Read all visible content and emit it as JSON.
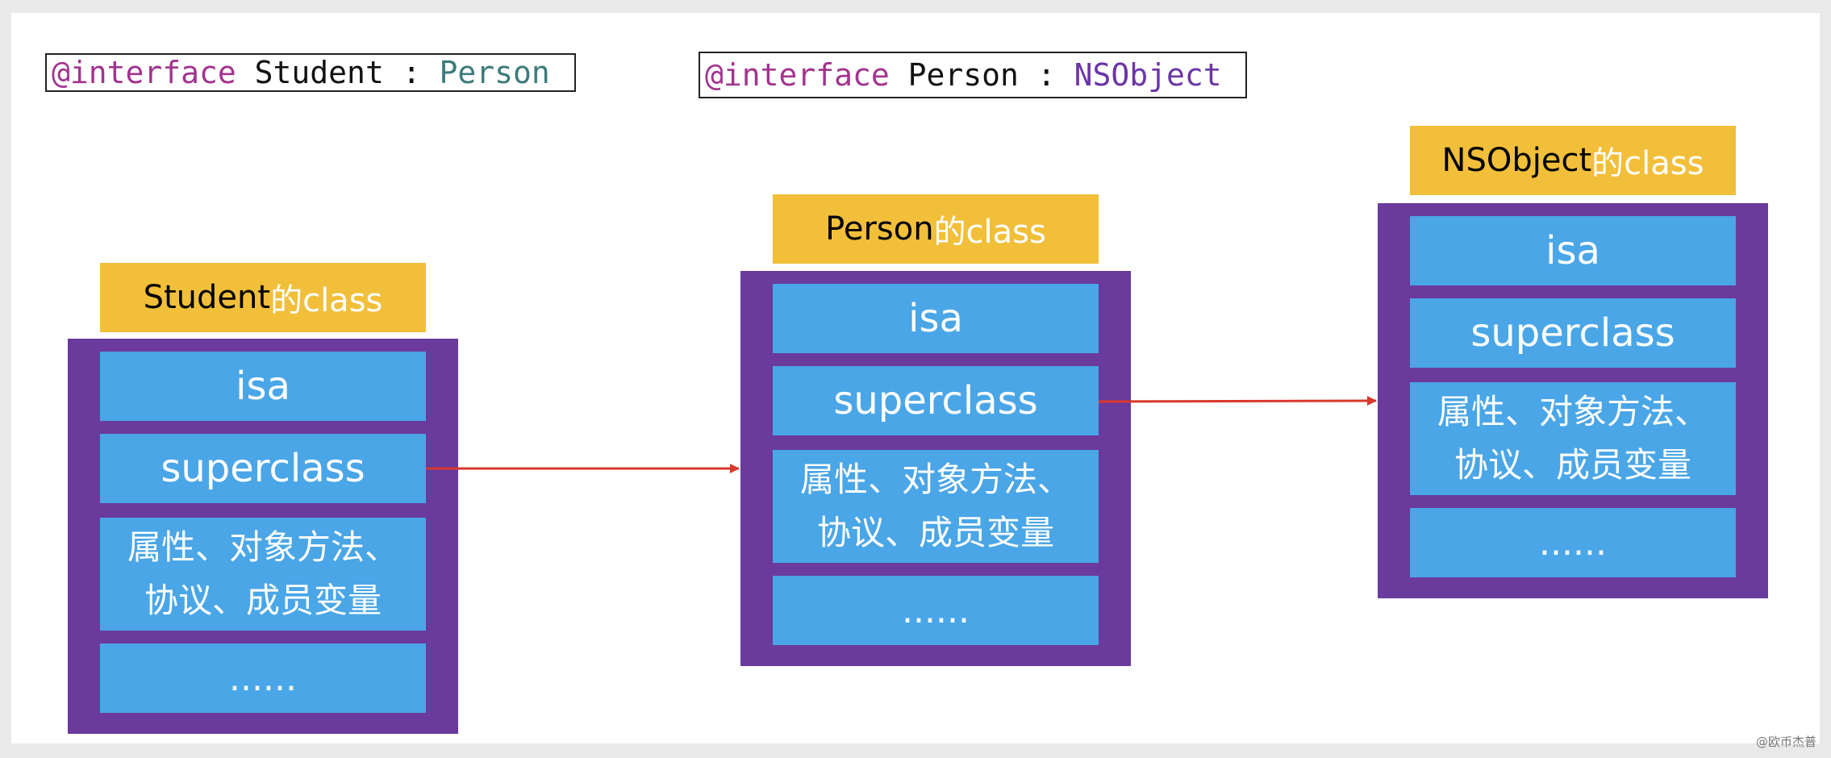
{
  "code_labels": [
    {
      "keyword": "@interface",
      "class": "Student",
      "colon": ":",
      "superclass": "Person"
    },
    {
      "keyword": "@interface",
      "class": "Person",
      "colon": ":",
      "superclass": "NSObject"
    }
  ],
  "classes": [
    {
      "name": "Student",
      "suffix": "的class",
      "rows": {
        "isa": "isa",
        "superclass": "superclass",
        "props": "属性、对象方法、协议、成员变量",
        "more": "......"
      }
    },
    {
      "name": "Person",
      "suffix": "的class",
      "rows": {
        "isa": "isa",
        "superclass": "superclass",
        "props": "属性、对象方法、协议、成员变量",
        "more": "......"
      }
    },
    {
      "name": "NSObject",
      "suffix": "的class",
      "rows": {
        "isa": "isa",
        "superclass": "superclass",
        "props": "属性、对象方法、协议、成员变量",
        "more": "......"
      }
    }
  ],
  "colors": {
    "title_bg": "#f2bf3a",
    "class_frame": "#6a3a9c",
    "cell": "#4aa6e6",
    "arrow": "#d9382c",
    "keyword": "#a2348f"
  },
  "watermark": "@欧币杰普"
}
